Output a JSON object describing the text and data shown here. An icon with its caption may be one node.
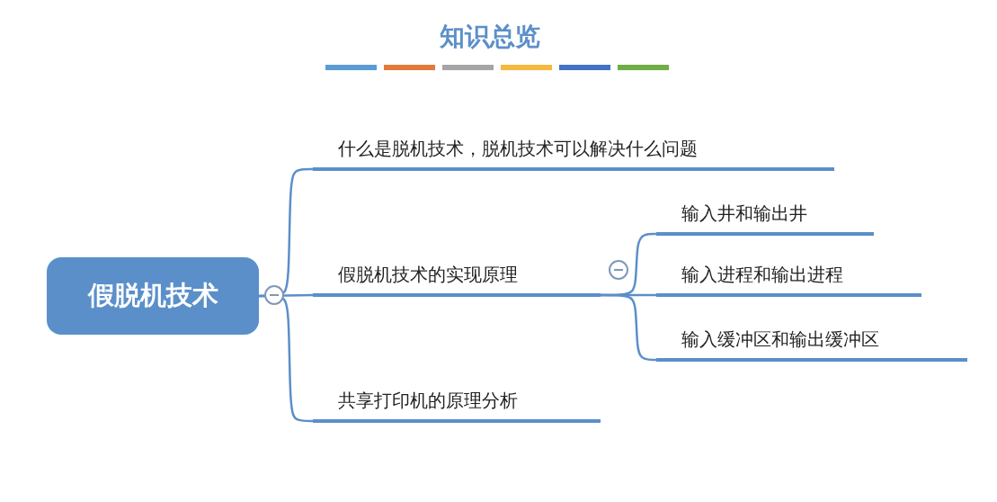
{
  "diagram": {
    "title": "知识总览",
    "nodes": [
      {
        "text": [
          "假脱机技术"
        ]
      },
      {
        "text": [
          "什么是脱机技术，脱机技术可以解决什么问题"
        ]
      },
      {
        "text": [
          "假脱机技术的实现原理"
        ]
      },
      {
        "text": [
          "共享打印机的原理分析"
        ]
      },
      {
        "text": [
          "输入井和输出井"
        ]
      },
      {
        "text": [
          "输入进程和输出进程"
        ]
      },
      {
        "text": [
          "输入缓冲区和输出缓冲区"
        ]
      }
    ],
    "edges": [
      {
        "from": 0,
        "to": 1,
        "arrow": "none"
      },
      {
        "from": 0,
        "to": 2,
        "arrow": "none"
      },
      {
        "from": 0,
        "to": 3,
        "arrow": "none"
      },
      {
        "from": 2,
        "to": 4,
        "arrow": "none"
      },
      {
        "from": 2,
        "to": 5,
        "arrow": "none"
      },
      {
        "from": 2,
        "to": 6,
        "arrow": "none"
      }
    ]
  }
}
